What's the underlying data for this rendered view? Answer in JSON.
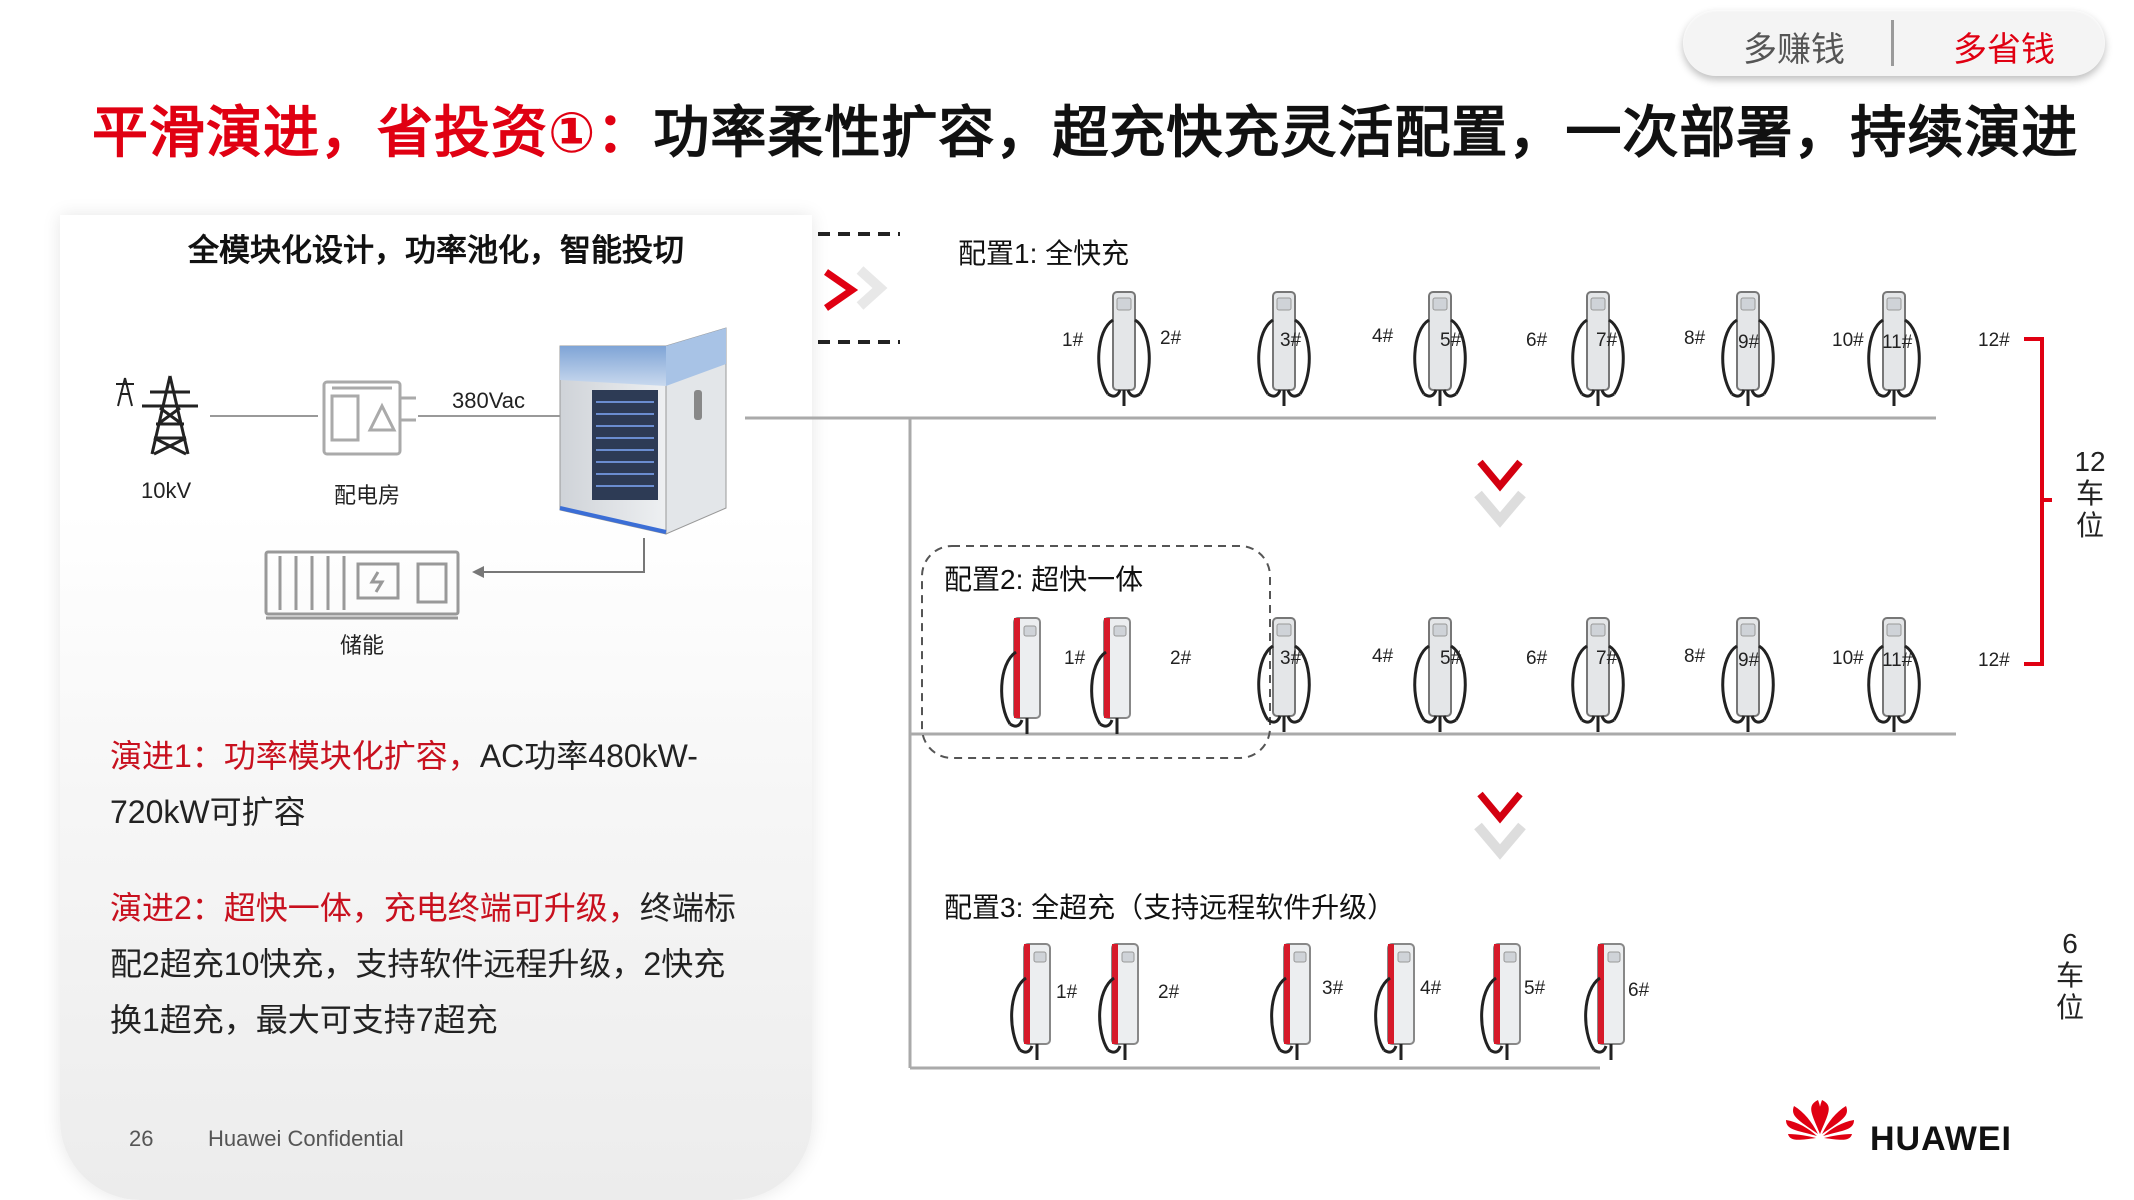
{
  "header": {
    "title_red": "平滑演进，省投资①：",
    "title_black": "功率柔性扩容，超充快充灵活配置，一次部署，持续演进",
    "toggle_left": "多赚钱",
    "toggle_right": "多省钱"
  },
  "left_panel": {
    "heading": "全模块化设计，功率池化，智能投切",
    "grid_label": "10kV",
    "substation_label": "配电房",
    "voltage_label": "380Vac",
    "storage_label": "储能",
    "evolution1_red": "演进1：功率模块化扩容，",
    "evolution1_black": "AC功率480kW-720kW可扩容",
    "evolution2_red": "演进2：超快一体，充电终端可升级，",
    "evolution2_black": "终端标配2超充10快充，支持软件远程升级，2快充换1超充，最大可支持7超充"
  },
  "configs": {
    "config1_label": "配置1: 全快充",
    "config2_label": "配置2: 超快一体",
    "config3_label": "配置3: 全超充（支持远程软件升级）",
    "labels_12": [
      "1#",
      "2#",
      "3#",
      "4#",
      "5#",
      "6#",
      "7#",
      "8#",
      "9#",
      "10#",
      "11#",
      "12#"
    ],
    "labels_6": [
      "1#",
      "2#",
      "3#",
      "4#",
      "5#",
      "6#"
    ],
    "spaces_12": [
      "12",
      "车",
      "位"
    ],
    "spaces_6": [
      "6",
      "车",
      "位"
    ]
  },
  "footer": {
    "page_number": "26",
    "confidential": "Huawei Confidential",
    "brand": "HUAWEI"
  },
  "colors": {
    "accent_red": "#e00012",
    "text_dark": "#111111"
  }
}
